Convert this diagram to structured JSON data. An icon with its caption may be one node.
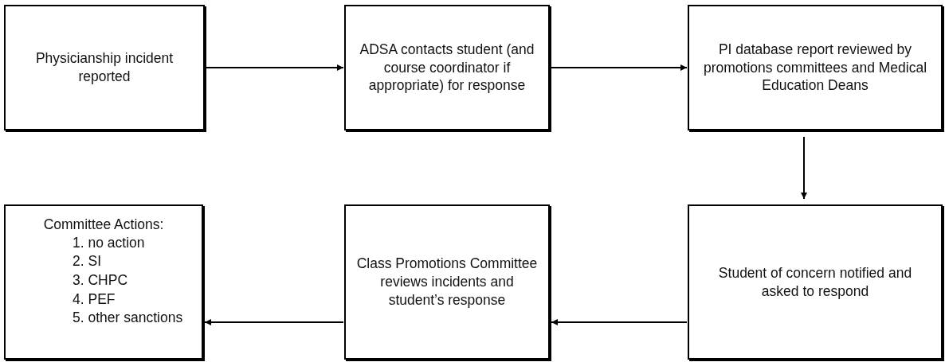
{
  "diagram": {
    "nodes": [
      {
        "text": [
          "Physicianship incident reported"
        ]
      },
      {
        "text": [
          "ADSA contacts student (and course coordinator if appropriate) for response"
        ]
      },
      {
        "text": [
          "PI database report reviewed by promotions committees and Medical Education Deans"
        ]
      },
      {
        "text": [
          "Student of concern notified and asked to respond"
        ]
      },
      {
        "text": [
          "Class Promotions Committee reviews incidents and student’s response"
        ]
      },
      {
        "text": [
          "Committee Actions:",
          "1. no action",
          "2. SI",
          "3. CHPC",
          "4. PEF",
          "5. other sanctions"
        ]
      }
    ],
    "edges": [
      {
        "from": 0,
        "to": 1,
        "arrow": "to"
      },
      {
        "from": 1,
        "to": 2,
        "arrow": "to"
      },
      {
        "from": 2,
        "to": 3,
        "arrow": "to"
      },
      {
        "from": 3,
        "to": 4,
        "arrow": "to"
      },
      {
        "from": 4,
        "to": 5,
        "arrow": "to"
      }
    ]
  }
}
